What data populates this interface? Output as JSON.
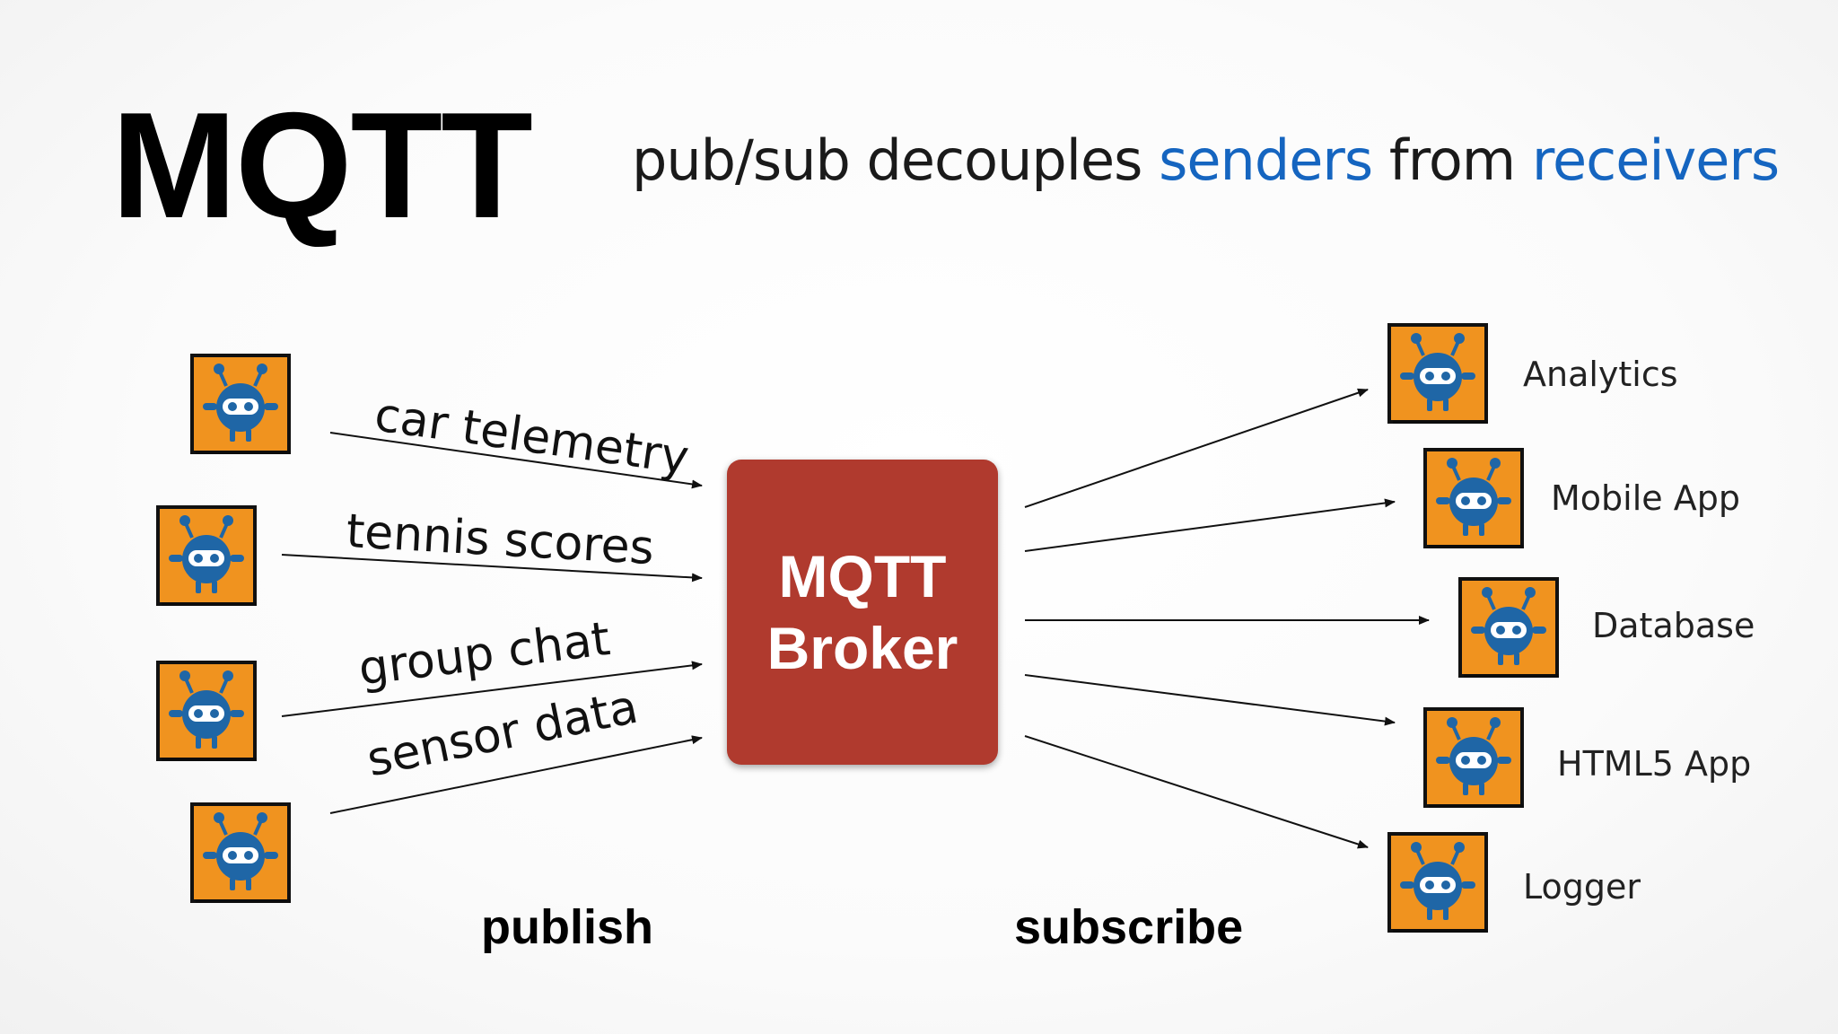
{
  "title": "MQTT",
  "subtitle": {
    "prefix": "pub/sub decouples ",
    "senders": "senders",
    "middle": " from ",
    "receivers": "receivers"
  },
  "broker": {
    "line1": "MQTT",
    "line2": "Broker"
  },
  "topics": [
    "car telemetry",
    "tennis scores",
    "group chat",
    "sensor data"
  ],
  "subscribers": [
    "Analytics",
    "Mobile App",
    "Database",
    "HTML5 App",
    "Logger"
  ],
  "publish_label": "publish",
  "subscribe_label": "subscribe",
  "colors": {
    "robot_bg": "#f0931f",
    "robot_body": "#1f66a6",
    "broker": "#b03a2e",
    "accent": "#1565c0"
  },
  "icons": {
    "client": "robot-icon"
  }
}
